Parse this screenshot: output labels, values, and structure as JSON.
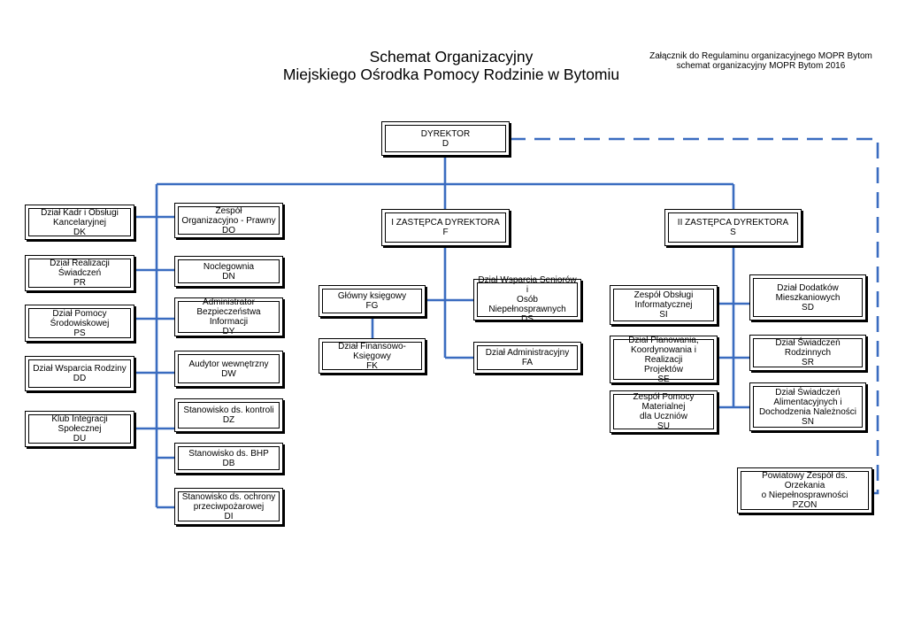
{
  "header": {
    "title_line1": "Schemat Organizacyjny",
    "title_line2": "Miejskiego Ośrodka Pomocy Rodzinie w Bytomiu",
    "annex_line1": "Załącznik do Regulaminu organizacyjnego MOPR Bytom",
    "annex_line2": "schemat organizacyjny MOPR Bytom 2016"
  },
  "colors": {
    "connector": "#3a6cc0",
    "border": "#000000"
  },
  "units": {
    "d": {
      "lines": [
        "DYREKTOR"
      ],
      "code": "D"
    },
    "f": {
      "lines": [
        "I ZASTĘPCA DYREKTORA"
      ],
      "code": "F"
    },
    "s": {
      "lines": [
        "II ZASTĘPCA DYREKTORA"
      ],
      "code": "S"
    },
    "dk": {
      "lines": [
        "Dział Kadr i Obsługi",
        "Kancelaryjnej"
      ],
      "code": "DK"
    },
    "pr": {
      "lines": [
        "Dział Realizacji Świadczeń"
      ],
      "code": "PR"
    },
    "ps": {
      "lines": [
        "Dział Pomocy",
        "Środowiskowej"
      ],
      "code": "PS"
    },
    "dd": {
      "lines": [
        "Dział Wsparcia Rodziny"
      ],
      "code": "DD"
    },
    "du": {
      "lines": [
        "Klub Integracji Społecznej"
      ],
      "code": "DU"
    },
    "do": {
      "lines": [
        "Zespół",
        "Organizacyjno - Prawny"
      ],
      "code": "DO"
    },
    "dn": {
      "lines": [
        "Noclegownia"
      ],
      "code": "DN"
    },
    "dy": {
      "lines": [
        "Administrator",
        "Bezpieczeństwa Informacji"
      ],
      "code": "DY"
    },
    "dw": {
      "lines": [
        "Audytor wewnętrzny"
      ],
      "code": "DW"
    },
    "dz": {
      "lines": [
        "Stanowisko ds. kontroli"
      ],
      "code": "DZ"
    },
    "db": {
      "lines": [
        "Stanowisko ds. BHP"
      ],
      "code": "DB"
    },
    "di": {
      "lines": [
        "Stanowisko ds. ochrony",
        "przeciwpożarowej"
      ],
      "code": "DI"
    },
    "fg": {
      "lines": [
        "Główny księgowy"
      ],
      "code": "FG"
    },
    "fk": {
      "lines": [
        "Dział Finansowo-Księgowy"
      ],
      "code": "FK"
    },
    "ds": {
      "lines": [
        "Dział Wsparcia Seniorów i",
        "Osób Niepełnosprawnych"
      ],
      "code": "DS"
    },
    "fa": {
      "lines": [
        "Dział Administracyjny"
      ],
      "code": "FA"
    },
    "si": {
      "lines": [
        "Zespół Obsługi",
        "Informatycznej"
      ],
      "code": "SI"
    },
    "se": {
      "lines": [
        "Dział Planowania,",
        "Koordynowania i Realizacji",
        "Projektów"
      ],
      "code": "SE"
    },
    "su": {
      "lines": [
        "Zespół Pomocy Materialnej",
        "dla Uczniów"
      ],
      "code": "SU"
    },
    "sd": {
      "lines": [
        "Dział Dodatków",
        "Mieszkaniowych"
      ],
      "code": "SD"
    },
    "sr": {
      "lines": [
        "Dział Świadczeń Rodzinnych"
      ],
      "code": "SR"
    },
    "sn": {
      "lines": [
        "Dział Świadczeń",
        "Alimentacyjnych i",
        "Dochodzenia Należności"
      ],
      "code": "SN"
    },
    "pzon": {
      "lines": [
        "Powiatowy Zespół ds. Orzekania",
        "o Niepełnosprawności"
      ],
      "code": "PZON"
    }
  }
}
